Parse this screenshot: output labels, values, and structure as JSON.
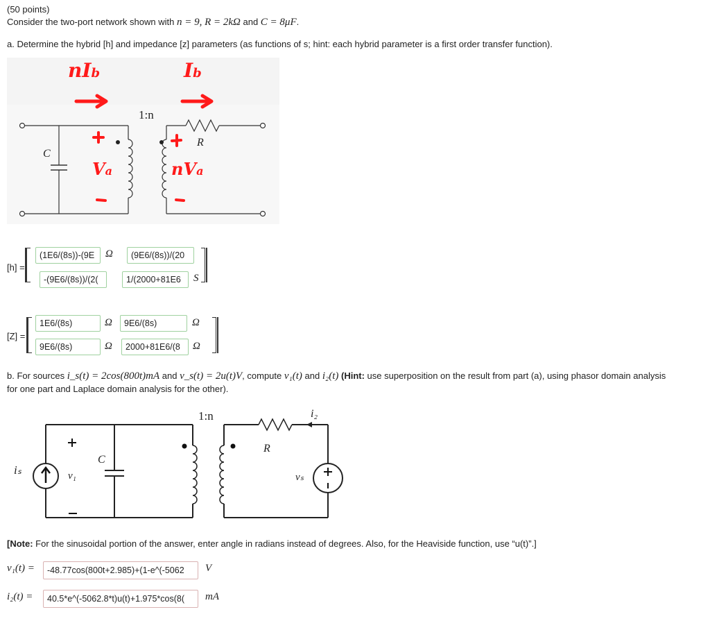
{
  "header": {
    "points": "(50 points)",
    "problem_prefix": "Consider the two-port network shown with ",
    "params_math": "n = 9, R = 2kΩ",
    "and": " and ",
    "cap_math": "C = 8μF",
    "period": "."
  },
  "part_a": {
    "question": "a. Determine the hybrid [h] and impedance [z] parameters (as functions of s; hint: each hybrid parameter is a first order transfer function).",
    "h_label": "[h] =",
    "z_label": "[Z] =",
    "h_inputs": [
      {
        "value": "(1E6/(8s))-(9E",
        "unit": "Ω"
      },
      {
        "value": "(9E6/(8s))/(20",
        "unit": ""
      },
      {
        "value": "-(9E6/(8s))/(2(",
        "unit": ""
      },
      {
        "value": "1/(2000+81E6",
        "unit": "S"
      }
    ],
    "z_inputs": [
      {
        "value": "1E6/(8s)",
        "unit": "Ω"
      },
      {
        "value": "9E6/(8s)",
        "unit": "Ω"
      },
      {
        "value": "9E6/(8s)",
        "unit": "Ω"
      },
      {
        "value": "2000+81E6/(8",
        "unit": "Ω"
      }
    ]
  },
  "diagram1": {
    "ratio": "1:n",
    "R_label": "R",
    "C_label": "C",
    "annot_left_current": "nI",
    "annot_left_sub": "b",
    "annot_right_current": "I",
    "annot_right_sub": "b",
    "annot_va": "V",
    "annot_va_sub": "a",
    "annot_nva": "nV",
    "annot_nva_sub": "a",
    "plus": "+",
    "minus": "-"
  },
  "part_b": {
    "prefix": "b. For sources ",
    "is_math": "i_s(t) = 2cos(800t)mA",
    "and": " and ",
    "vs_math": "v_s(t) = 2u(t)V",
    "compute": ", compute ",
    "v1": "v₁(t)",
    "and2": " and ",
    "i2": "i₂(t)",
    "hint_label": "(Hint:",
    "hint_text": " use superposition on the result from part (a), using phasor domain analysis",
    "hint_line2": "for one part and Laplace domain analysis for the other)."
  },
  "diagram2": {
    "ratio": "1:n",
    "R_label": "R",
    "C_label": "C",
    "i2_label": "i₂",
    "is_label": "iₛ",
    "v1_label": "v₁",
    "vs_label": "vₛ",
    "plus": "+",
    "minus": "−"
  },
  "note": {
    "bold": "[Note:",
    "text": " For the sinusoidal portion of the answer, enter angle in radians instead of degrees. Also, for the Heaviside function, use “u(t)”.]"
  },
  "answers": {
    "v1_label": "v₁(t) =",
    "v1_value": "-48.77cos(800t+2.985)+(1-e^(-5062",
    "v1_unit": "V",
    "i2_label": "i₂(t) =",
    "i2_value": "40.5*e^(-5062.8*t)u(t)+1.975*cos(8(",
    "i2_unit": "mA"
  },
  "colors": {
    "annotation_red": "#ff1a1a",
    "input_border_red": "#d9b2b2",
    "input_border_green": "#9fd19f"
  }
}
